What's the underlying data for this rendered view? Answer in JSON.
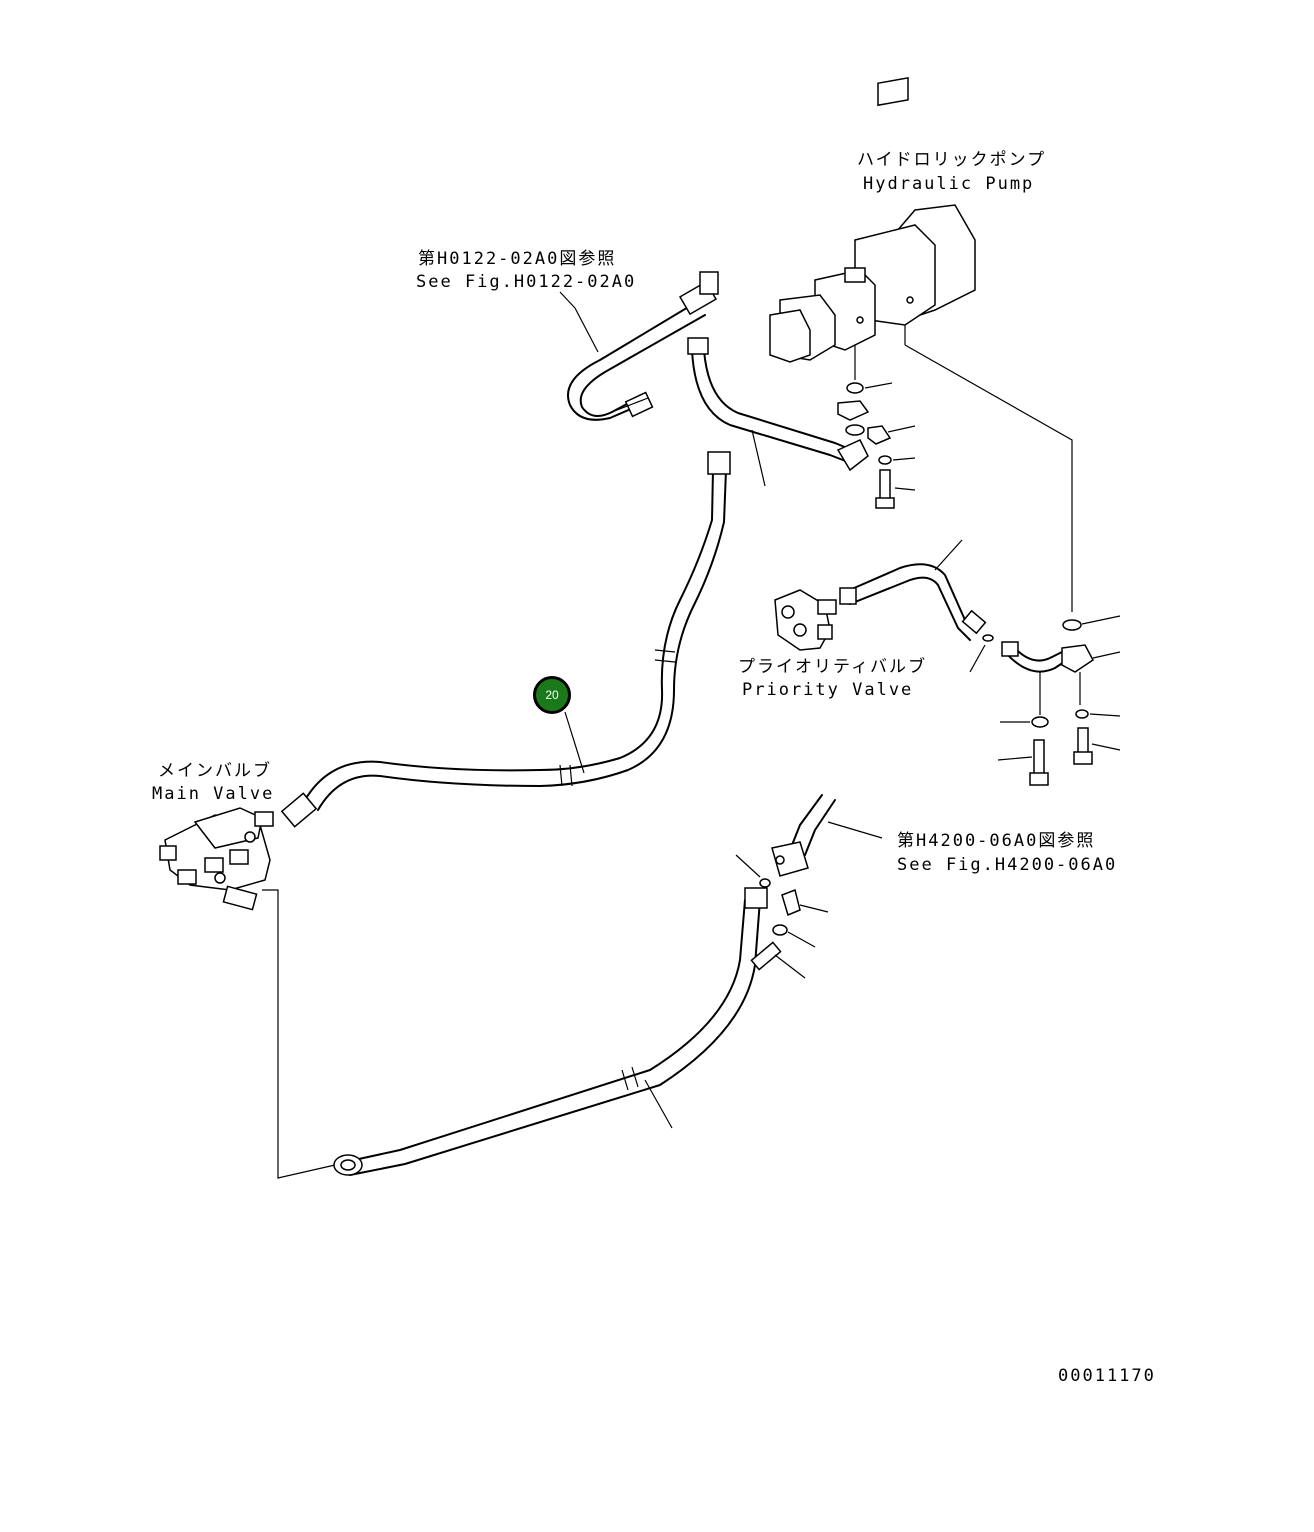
{
  "labels": {
    "hydraulic_pump_jp": "ハイドロリックポンプ",
    "hydraulic_pump_en": "Hydraulic Pump",
    "ref_h0122_jp": "第H0122-02A0図参照",
    "ref_h0122_en": "See Fig.H0122-02A0",
    "priority_valve_jp": "プライオリティバルブ",
    "priority_valve_en": "Priority Valve",
    "main_valve_jp": "メインバルブ",
    "main_valve_en": "Main Valve",
    "ref_h4200_jp": "第H4200-06A0図参照",
    "ref_h4200_en": "See Fig.H4200-06A0",
    "drawing_number": "00011170"
  },
  "callout": {
    "number": "20",
    "color": "#1a7a1a"
  }
}
